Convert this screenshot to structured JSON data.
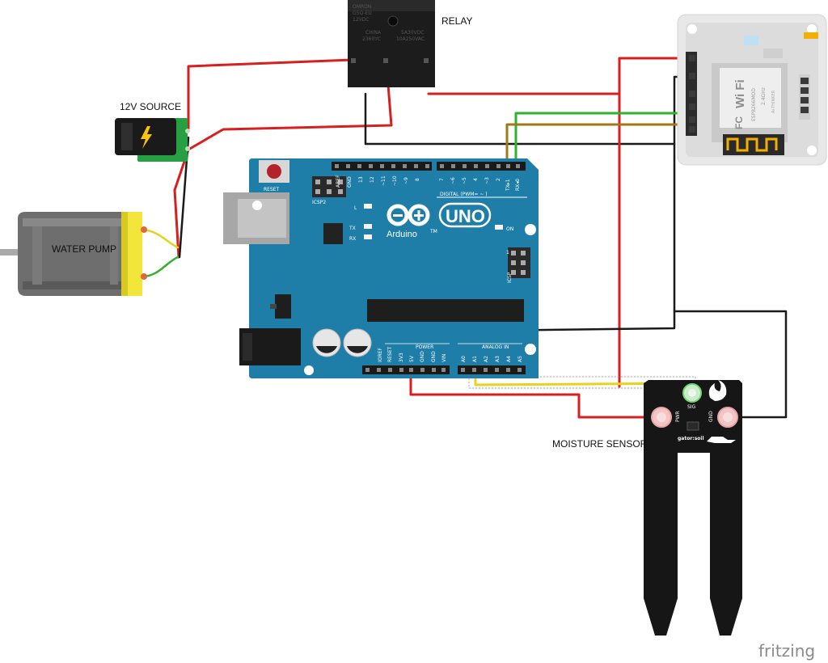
{
  "labels": {
    "relay": "RELAY",
    "source": "12V SOURCE",
    "pump": "WATER PUMP",
    "sensor": "MOISTURE SENSOR",
    "watermark": "fritzing"
  },
  "relay": {
    "brand": "OMRON",
    "model": "G5Q-EU",
    "voltage": "12VDC",
    "origin": "CHINA",
    "code": "2360YC",
    "rating1": "5A30VDC",
    "rating2": "10A250VAC"
  },
  "arduino": {
    "reset": "RESET",
    "icsp2": "ICSP2",
    "icsp": "ICSP",
    "led_l": "L",
    "led_tx": "TX",
    "led_rx": "RX",
    "on": "ON",
    "brand": "Arduino",
    "uno": "UNO",
    "tm": "TM",
    "digital": "DIGITAL (PWM= ~ )",
    "power": "POWER",
    "analog": "ANALOG IN",
    "pin1": "1",
    "digital_pins": [
      "AREF",
      "GND",
      "13",
      "12",
      "~11",
      "~10",
      "~9",
      "8",
      "7",
      "~6",
      "~5",
      "4",
      "~3",
      "2",
      "TX▸1",
      "RX◂0"
    ],
    "power_pins": [
      "IOREF",
      "RESET",
      "3V3",
      "5V",
      "GND",
      "GND",
      "VIN"
    ],
    "analog_pins": [
      "A0",
      "A1",
      "A2",
      "A3",
      "A4",
      "A5"
    ]
  },
  "esp": {
    "wifi": "Wi Fi",
    "model": "ESP8266MOD",
    "vendor": "AI-THINKER",
    "freq": "2.4GHz",
    "fcc": "FC"
  },
  "sensor": {
    "pwr": "PWR",
    "sig": "SIG",
    "gnd": "GND",
    "name": "gator:soil"
  },
  "colors": {
    "wire_red": "#d81e1e",
    "wire_black": "#1a1a1a",
    "wire_green": "#2fb32f",
    "wire_yellow": "#e8d21c",
    "wire_brown": "#a0781a",
    "board_teal": "#1f7ea8"
  }
}
